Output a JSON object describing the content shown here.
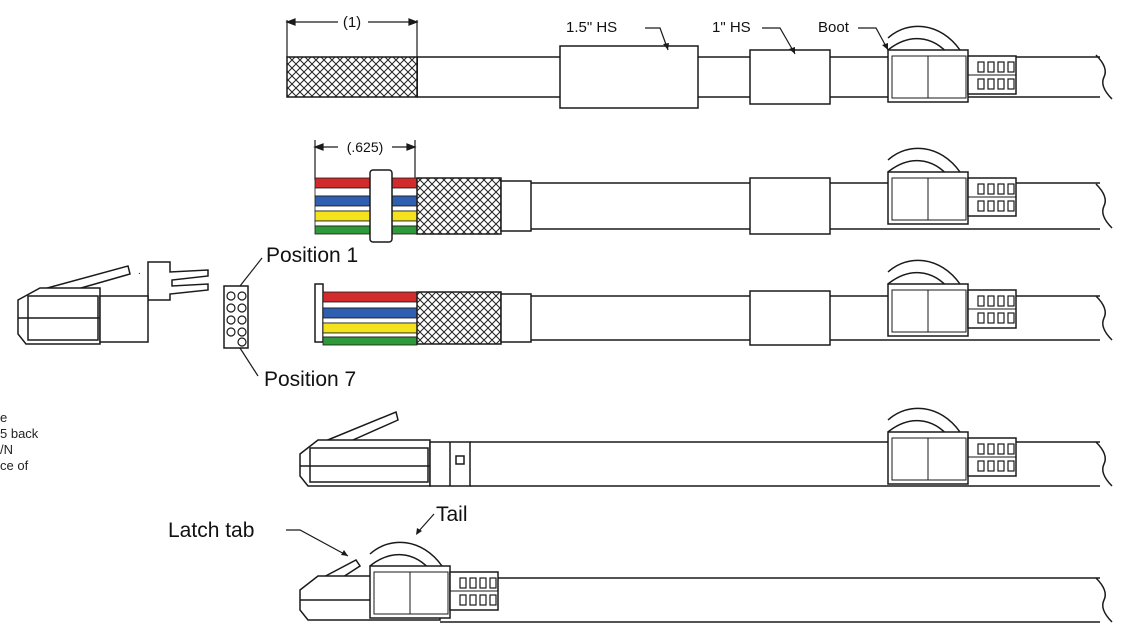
{
  "labels": {
    "dim_1": "(1)",
    "dim_625": "(.625)",
    "hs_15": "1.5\" HS",
    "hs_1": "1\" HS",
    "boot": "Boot",
    "position_1": "Position 1",
    "position_7": "Position 7",
    "latch_tab": "Latch tab",
    "tail": "Tail"
  },
  "side_note": [
    "e",
    "5 back",
    "/N",
    "ce of"
  ],
  "colors": {
    "line": "#1a1a1a",
    "red": "#d32b2b",
    "blue": "#2f5fb0",
    "yellow": "#f3e21c",
    "green": "#2f9a3a",
    "paper": "#ffffff"
  }
}
